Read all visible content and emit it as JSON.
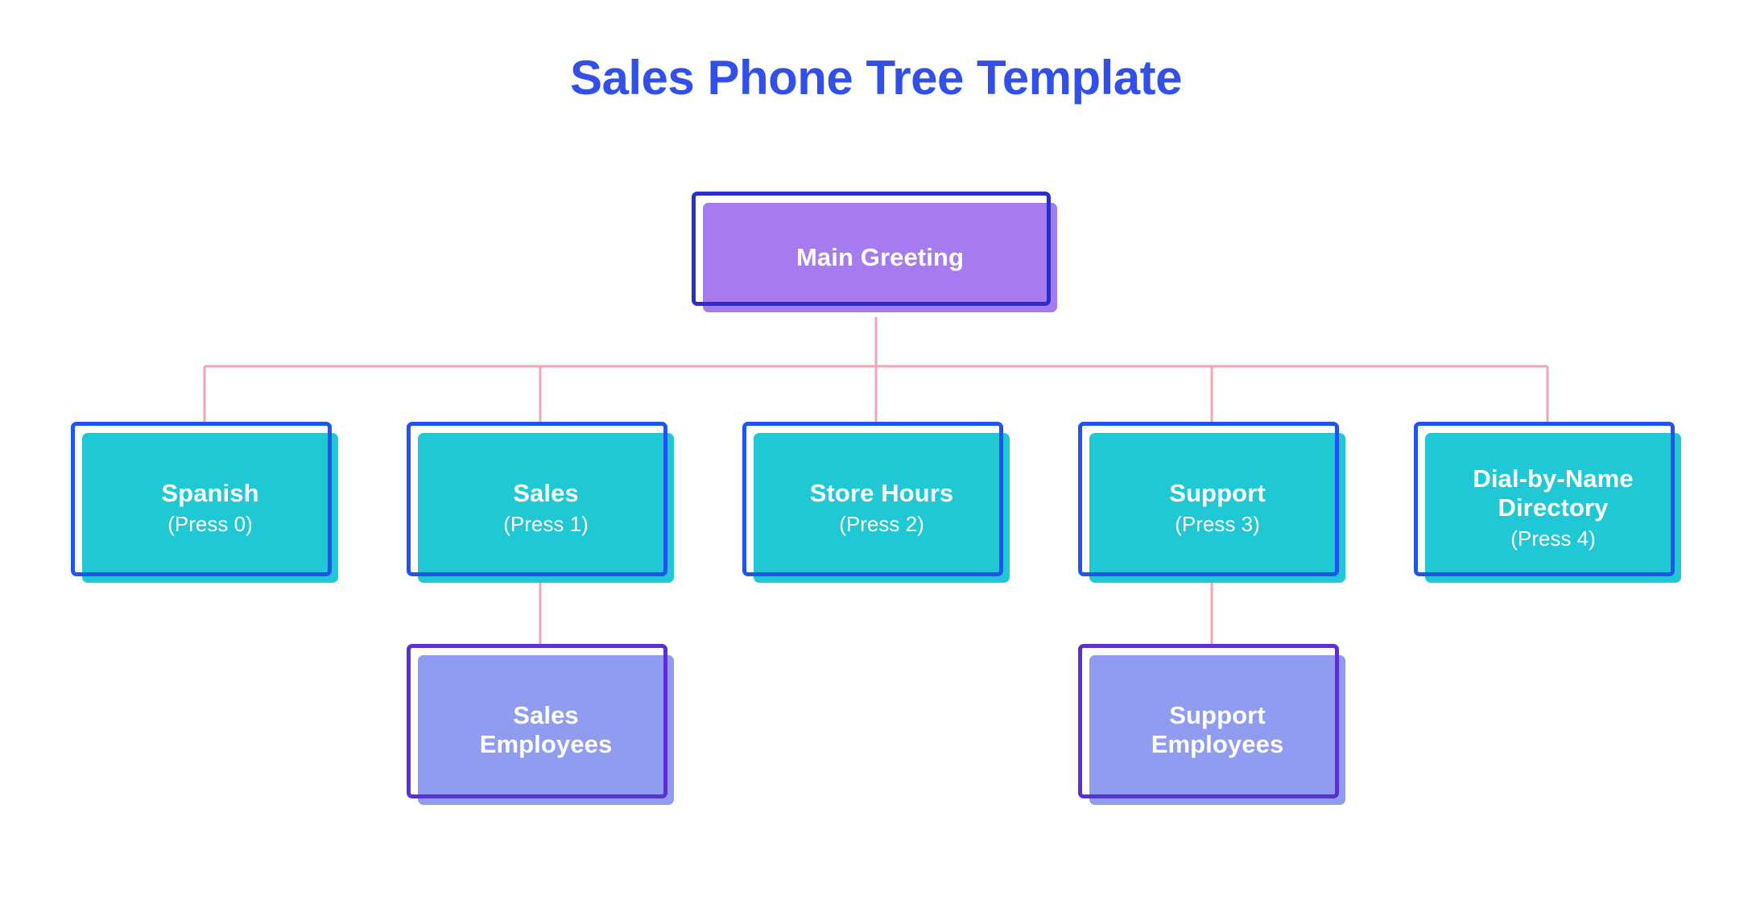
{
  "page": {
    "title": "Sales Phone Tree Template",
    "background": "#ffffff",
    "title_color": "#3250e8",
    "connector_color": "#f2a4b4"
  },
  "palette": {
    "root_fill": "#a77bf0",
    "root_border": "#2b2fc7",
    "option_fill": "#1fc8d4",
    "option_border": "#2353ef",
    "employee_fill": "#8f9cf0",
    "employee_border": "#5a2fd4"
  },
  "tree": {
    "root": {
      "label": "Main Greeting",
      "sub": ""
    },
    "options": [
      {
        "label": "Spanish",
        "sub": "(Press 0)"
      },
      {
        "label": "Sales",
        "sub": "(Press 1)"
      },
      {
        "label": "Store Hours",
        "sub": "(Press 2)"
      },
      {
        "label": "Support",
        "sub": "(Press 3)"
      },
      {
        "label": "Dial-by-Name Directory",
        "sub": "(Press 4)"
      }
    ],
    "children": [
      {
        "label": "Sales Employees",
        "sub": "",
        "parent": "Sales"
      },
      {
        "label": "Support Employees",
        "sub": "",
        "parent": "Support"
      }
    ]
  }
}
